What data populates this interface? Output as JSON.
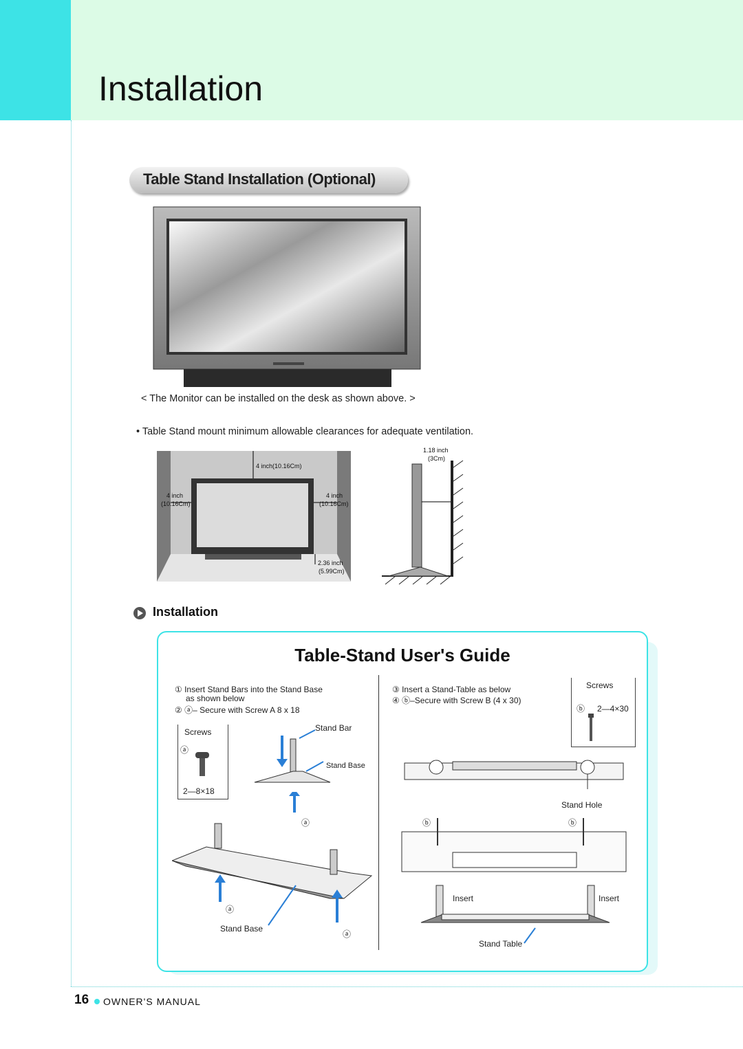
{
  "page": {
    "title": "Installation"
  },
  "section": {
    "heading": "Table Stand Installation (Optional)"
  },
  "captions": {
    "monitor_desk": "< The Monitor can be installed on the desk as shown above. >",
    "clearance_note": "Table Stand mount minimum allowable clearances for adequate ventilation."
  },
  "clearance_labels": {
    "top": "4 inch(10.16Cm)",
    "left_in": "4 inch",
    "left_cm": "(10.16Cm)",
    "right_in": "4 inch",
    "right_cm": "(10.16Cm)",
    "bottom_in": "2.36 inch",
    "bottom_cm": "(5.99Cm)",
    "side_in": "1.18 inch",
    "side_cm": "(3Cm)"
  },
  "subheading": "Installation",
  "guide": {
    "title": "Table-Stand User's Guide",
    "step1": "① Insert Stand Bars into the Stand Base",
    "step1b": "as shown below",
    "step2": "② ⓐ– Secure with Screw A  8 x 18",
    "step3": "③ Insert a Stand-Table as below",
    "step4": "④ ⓑ–Secure with Screw B (4 x 30)",
    "screws_label": "Screws",
    "screw_a": "ⓐ",
    "screw_a_spec": "2—8×18",
    "screw_b": "ⓑ",
    "screw_b_spec": "2—4×30",
    "stand_bar": "Stand Bar",
    "stand_base": "Stand Base",
    "stand_base2": "Stand Base",
    "stand_hole": "Stand Hole",
    "insert": "Insert",
    "stand_table": "Stand Table",
    "mark_a": "ⓐ",
    "mark_b": "ⓑ"
  },
  "footer": {
    "page_number": "16",
    "manual": "OWNER'S MANUAL"
  }
}
